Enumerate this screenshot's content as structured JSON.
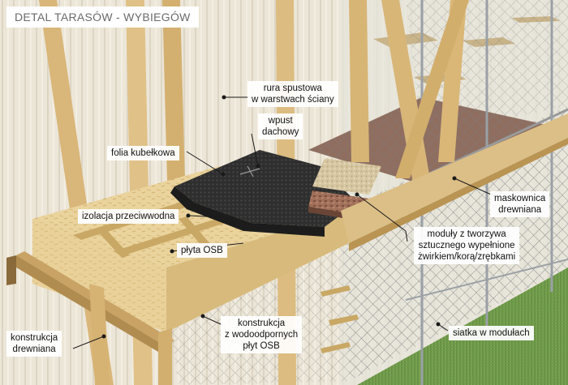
{
  "title": "DETAL TARASÓW - WYBIEGÓW",
  "labels": {
    "rura": [
      "rura spustowa",
      "w warstwach ściany"
    ],
    "wpust": [
      "wpust",
      "dachowy"
    ],
    "folia": "folia kubełkowa",
    "izolacja": "izolacja przeciwwodna",
    "osb": "płyta OSB",
    "konstrukcja_osb": [
      "konstrukcja",
      "z wodoodpornych",
      "płyt OSB"
    ],
    "konstrukcja_drew": [
      "konstrukcja",
      "drewniana"
    ],
    "maskownica": [
      "maskownica",
      "drewniana"
    ],
    "moduly": [
      "moduły z tworzywa",
      "sztucznego wypełnione",
      "żwirkiem/korą/zrębkami"
    ],
    "siatka": "siatka w modułach"
  },
  "colors": {
    "osb": "#e8d29a",
    "timber": "#d9b679",
    "membrane": "#2b2b2b",
    "gravel": "#cdbb95",
    "bark": "#9a6a55",
    "grass": "#6f9a4a",
    "mesh": "#8a8a8a"
  }
}
